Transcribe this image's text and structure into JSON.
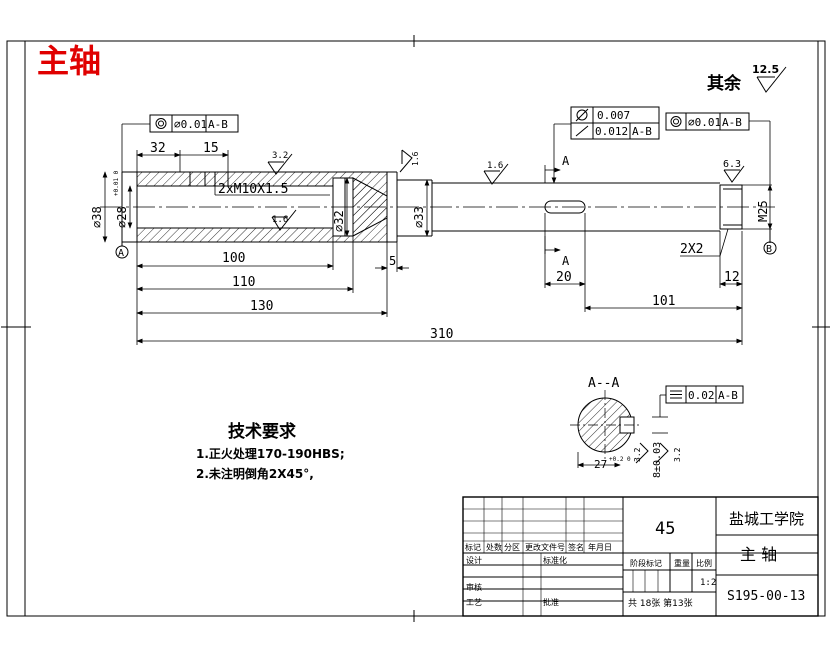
{
  "title": "主轴",
  "surface_note": {
    "label": "其余",
    "value": "12.5"
  },
  "tolerance_frames": {
    "left": {
      "symbol": "◎",
      "value": "⌀0.01",
      "datum": "A-B"
    },
    "right": {
      "symbol": "◎",
      "value": "⌀0.01",
      "datum": "A-B"
    },
    "mid_top": {
      "symbol": "⌀",
      "value": "0.007",
      "datum": ""
    },
    "mid_bottom": {
      "symbol": "↗",
      "value": "0.012",
      "datum": "A-B"
    },
    "section": {
      "symbol": "≡",
      "value": "0.02",
      "datum": "A-B"
    }
  },
  "dimensions": {
    "d32_top": "32",
    "d15_top": "15",
    "thread": "2xM10X1.5",
    "dia38": "⌀38",
    "dia28": "⌀28",
    "dia28_tol": "+0.01\n0",
    "dia32": "⌀32",
    "dia33": "⌀33",
    "m25": "M25",
    "len100": "100",
    "len110": "110",
    "len130": "130",
    "len310": "310",
    "len5": "5",
    "len20": "20",
    "len101": "101",
    "len12": "12",
    "chamfer": "2X2",
    "key_w": "8±0.03",
    "key_d": "27",
    "key_d_tol": "+0.2\n0"
  },
  "roughness": {
    "r32_top": "3.2",
    "r16_inner": "1.6",
    "r16_mid": "1.6",
    "r16_right_top": "1.6",
    "r63": "6.3",
    "r32_sec_a": "3.2",
    "r32_sec_b": "3.2"
  },
  "datums": {
    "a": "A",
    "b": "B"
  },
  "section_marks": {
    "top": "A",
    "bottom": "A",
    "title": "A--A"
  },
  "tech_req": {
    "heading": "技术要求",
    "items": [
      "1.正火处理170-190HBS;",
      "2.未注明倒角2X45°,"
    ]
  },
  "title_block": {
    "material": "45",
    "school": "盐城工学院",
    "part_name": "主  轴",
    "drawing_no": "S195-00-13",
    "scale": "1:2",
    "sheets": "共 18张 第13张",
    "row_labels": [
      "标记",
      "处数",
      "分区",
      "更改文件号",
      "签名",
      "年月日"
    ],
    "design": "设计",
    "std": "标准化",
    "stage_mark": "阶段标记",
    "weight": "重量",
    "scale_label": "比例",
    "check": "审核",
    "process": "工艺",
    "approve": "批准"
  }
}
